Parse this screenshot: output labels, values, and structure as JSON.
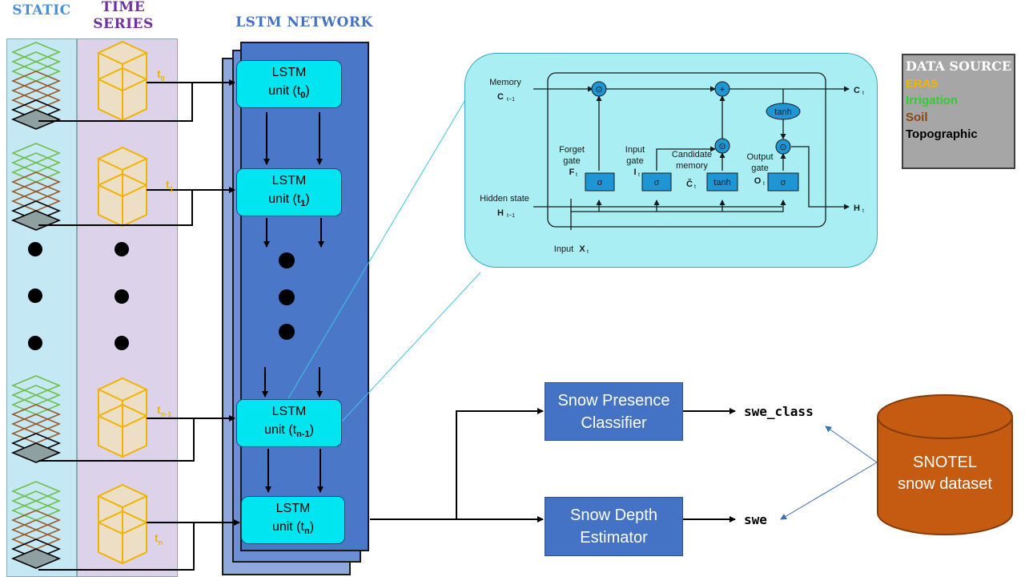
{
  "columns": {
    "static": "STATIC",
    "time_series_line1": "TIME",
    "time_series_line2": "SERIES",
    "network": "LSTM NETWORK"
  },
  "time_labels": [
    {
      "base": "t",
      "sub": "0"
    },
    {
      "base": "t",
      "sub": "1"
    },
    {
      "base": "t",
      "sub": "n-1"
    },
    {
      "base": "t",
      "sub": "n"
    }
  ],
  "lstm_units": [
    {
      "line1": "LSTM",
      "line2": "unit (t",
      "sub": "0",
      "close": ")"
    },
    {
      "line1": "LSTM",
      "line2": "unit (t",
      "sub": "1",
      "close": ")"
    },
    {
      "line1": "LSTM",
      "line2": "unit (t",
      "sub": "n-1",
      "close": ")"
    },
    {
      "line1": "LSTM",
      "line2": "unit (t",
      "sub": "n",
      "close": ")"
    }
  ],
  "cell": {
    "memory": "Memory",
    "memory_sym": "C",
    "memory_sub": "t−1",
    "hidden": "Hidden state",
    "hidden_sym": "H",
    "hidden_sub": "t−1",
    "input": "Input",
    "input_sym": "X",
    "input_sub": "t",
    "forget1": "Forget",
    "forget2": "gate",
    "forget_sym": "F",
    "input_gate1": "Input",
    "input_gate2": "gate",
    "input_gate_sym": "I",
    "candidate1": "Candidate",
    "candidate2": "memory",
    "candidate_sym": "C̃",
    "output_gate1": "Output",
    "output_gate2": "gate",
    "output_gate_sym": "O",
    "t_sub": "t",
    "out_c": "C",
    "out_h": "H",
    "sigma": "σ",
    "tanh": "tanh",
    "plus": "+",
    "times": "⊙"
  },
  "outputs": {
    "classifier_line1": "Snow Presence",
    "classifier_line2": "Classifier",
    "estimator_line1": "Snow Depth",
    "estimator_line2": "Estimator",
    "swe_class": "swe_class",
    "swe": "swe"
  },
  "snotel": {
    "line1": "SNOTEL",
    "line2": "snow dataset"
  },
  "legend": {
    "title": "DATA SOURCE",
    "items": [
      {
        "label": "ERA5",
        "color": "#f0b400"
      },
      {
        "label": "Irrigation",
        "color": "#33cc33"
      },
      {
        "label": "Soil",
        "color": "#8b4513"
      },
      {
        "label": "Topographic",
        "color": "#000000"
      }
    ]
  },
  "colors": {
    "static_bg": "#c5e8f5",
    "time_bg": "#dcd3ea",
    "network_blue": "#4472c4",
    "lstm_cyan": "#00e5f0",
    "cell_bg": "#a8eef2",
    "header_blue": "#4472c4",
    "header_purple": "#7030a0",
    "snotel": "#c55a11"
  }
}
